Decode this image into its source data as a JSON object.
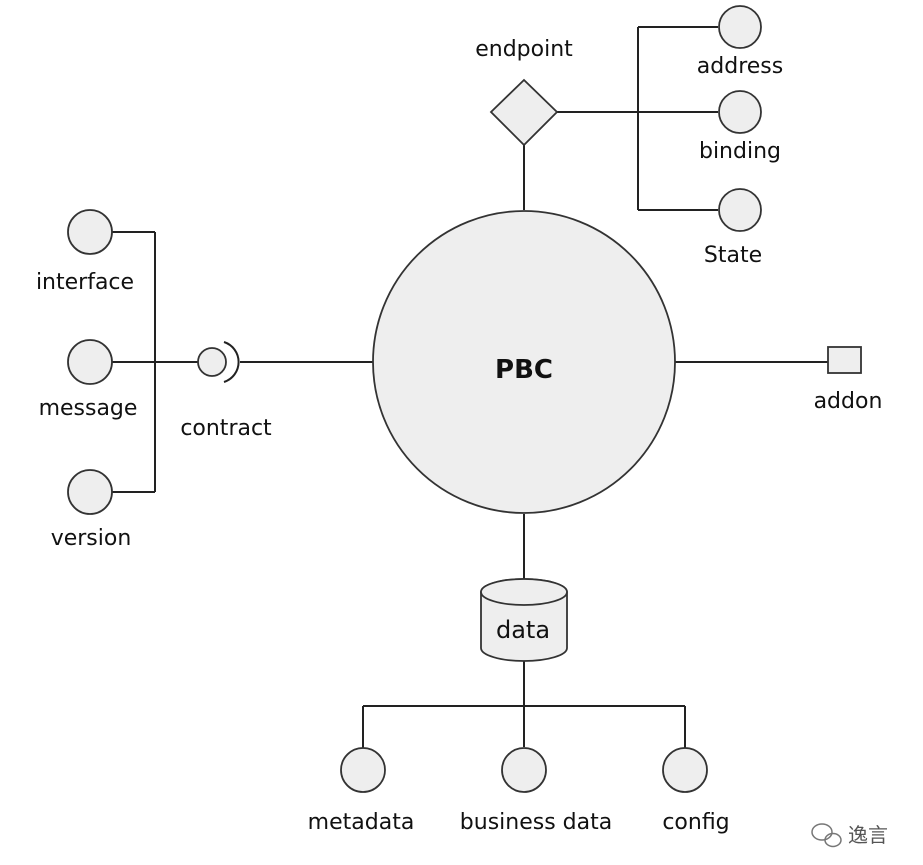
{
  "diagram": {
    "center": "PBC",
    "endpoint": {
      "label": "endpoint",
      "children": [
        "address",
        "binding",
        "State"
      ]
    },
    "contract": {
      "label": "contract",
      "children": [
        "interface",
        "message",
        "version"
      ]
    },
    "addon": "addon",
    "data": {
      "label": "data",
      "children": [
        "metadata",
        "business data",
        "config"
      ]
    },
    "watermark": "逸言"
  },
  "colors": {
    "line": "#222222",
    "node_fill": "#eeeeee",
    "node_stroke": "#333333",
    "text": "#111111"
  }
}
